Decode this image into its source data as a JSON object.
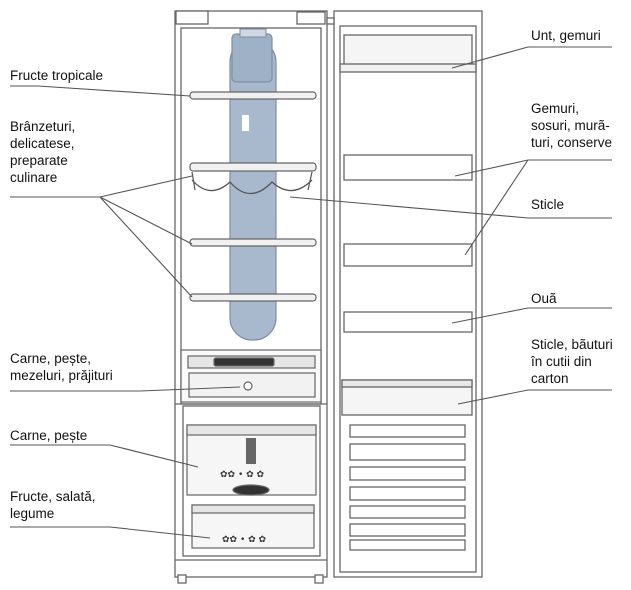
{
  "labels_left": [
    "Fructe tropicale",
    "Brânzeturi,\ndelicatese,\npreparate\nculinare",
    "Carne, pește,\nmezeluri, prăjituri",
    "Carne, pește",
    "Fructe, salată,\nlegume"
  ],
  "labels_right": [
    "Unt, gemuri",
    "Gemuri,\nsosuri, murã-\nturi, conserve",
    "Sticle",
    "Ouã",
    "Sticle, bãuturi\nîn cutii din\ncarton"
  ],
  "colors": {
    "line": "#555555",
    "bottle": "#a9b9cd",
    "bottle_edge": "#7d8ea6",
    "shelf": "#f1f1f1",
    "dark": "#333333"
  }
}
